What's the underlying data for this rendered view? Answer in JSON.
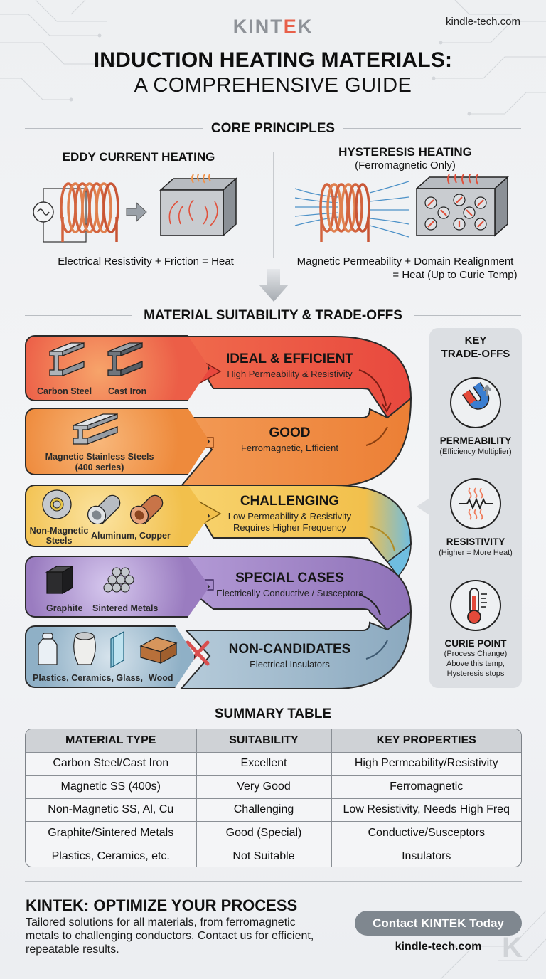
{
  "header": {
    "logo_prefix": "KINT",
    "logo_accent": "E",
    "logo_suffix": "K",
    "website": "kindle-tech.com",
    "title_line1": "INDUCTION HEATING MATERIALS:",
    "title_line2": "A COMPREHENSIVE GUIDE"
  },
  "core_principles": {
    "section_title": "CORE PRINCIPLES",
    "eddy": {
      "title": "EDDY CURRENT HEATING",
      "caption": "Electrical Resistivity + Friction = Heat",
      "icons": [
        "ac-source-icon",
        "copper-coil-icon",
        "right-arrow-icon",
        "metal-block-eddy-icon"
      ]
    },
    "hysteresis": {
      "title": "HYSTERESIS HEATING",
      "subtitle": "(Ferromagnetic Only)",
      "caption_line1": "Magnetic Permeability + Domain Realignment",
      "caption_line2": "= Heat (Up to Curie Temp)",
      "icons": [
        "coil-field-lines-icon",
        "metal-block-domains-icon"
      ]
    }
  },
  "suitability": {
    "section_title": "MATERIAL SUITABILITY & TRADE-OFFS",
    "bands": [
      {
        "level": "IDEAL & EFFICIENT",
        "description": "High Permeability & Resistivity",
        "materials": [
          "Carbon Steel",
          "Cast Iron"
        ],
        "color": "#ec5a45",
        "color2": "#f39a55",
        "direction": "right"
      },
      {
        "level": "GOOD",
        "description": "Ferromagnetic, Efficient",
        "materials": [
          "Magnetic Stainless Steels",
          "(400 series)"
        ],
        "color": "#ee8a3c",
        "color2": "#f5a864",
        "direction": "left"
      },
      {
        "level": "CHALLENGING",
        "description": "Low Permeability & Resistivity",
        "description2": "Requires Higher Frequency",
        "materials": [
          "Non-Magnetic",
          "Steels",
          "Aluminum, Copper"
        ],
        "color": "#f4c34f",
        "color2": "#f8dd8c",
        "direction": "right"
      },
      {
        "level": "SPECIAL CASES",
        "description": "Electrically Conductive / Susceptors",
        "materials": [
          "Graphite",
          "Sintered Metals"
        ],
        "color": "#9a7cc0",
        "color2": "#c2aee0",
        "direction": "left"
      },
      {
        "level": "NON-CANDIDATES",
        "description": "Electrical Insulators",
        "materials": [
          "Plastics, Ceramics, Glass,",
          "Wood"
        ],
        "color": "#8fb0c6",
        "color2": "#c2d6e3",
        "direction": "blocked"
      }
    ]
  },
  "key_tradeoffs": {
    "title_line1": "KEY",
    "title_line2": "TRADE-OFFS",
    "items": [
      {
        "icon": "magnet-icon",
        "label": "PERMEABILITY",
        "note": "(Efficiency Multiplier)"
      },
      {
        "icon": "resistor-heat-icon",
        "label": "RESISTIVITY",
        "note": "(Higher = More Heat)"
      },
      {
        "icon": "thermometer-icon",
        "label": "CURIE POINT",
        "note": "(Process Change)",
        "note2": "Above this temp,",
        "note3": "Hysteresis stops"
      }
    ]
  },
  "summary_table": {
    "section_title": "SUMMARY TABLE",
    "columns": [
      "MATERIAL TYPE",
      "SUITABILITY",
      "KEY PROPERTIES"
    ],
    "rows": [
      [
        "Carbon Steel/Cast Iron",
        "Excellent",
        "High Permeability/Resistivity"
      ],
      [
        "Magnetic SS (400s)",
        "Very Good",
        "Ferromagnetic"
      ],
      [
        "Non-Magnetic SS, Al, Cu",
        "Challenging",
        "Low Resistivity, Needs High Freq"
      ],
      [
        "Graphite/Sintered Metals",
        "Good (Special)",
        "Conductive/Susceptors"
      ],
      [
        "Plastics, Ceramics, etc.",
        "Not Suitable",
        "Insulators"
      ]
    ]
  },
  "footer": {
    "title": "KINTEK: OPTIMIZE YOUR PROCESS",
    "text": "Tailored solutions for all materials, from ferromagnetic metals to challenging conductors. Contact us for efficient, repeatable results.",
    "cta_label": "Contact KINTEK Today",
    "website": "kindle-tech.com"
  }
}
